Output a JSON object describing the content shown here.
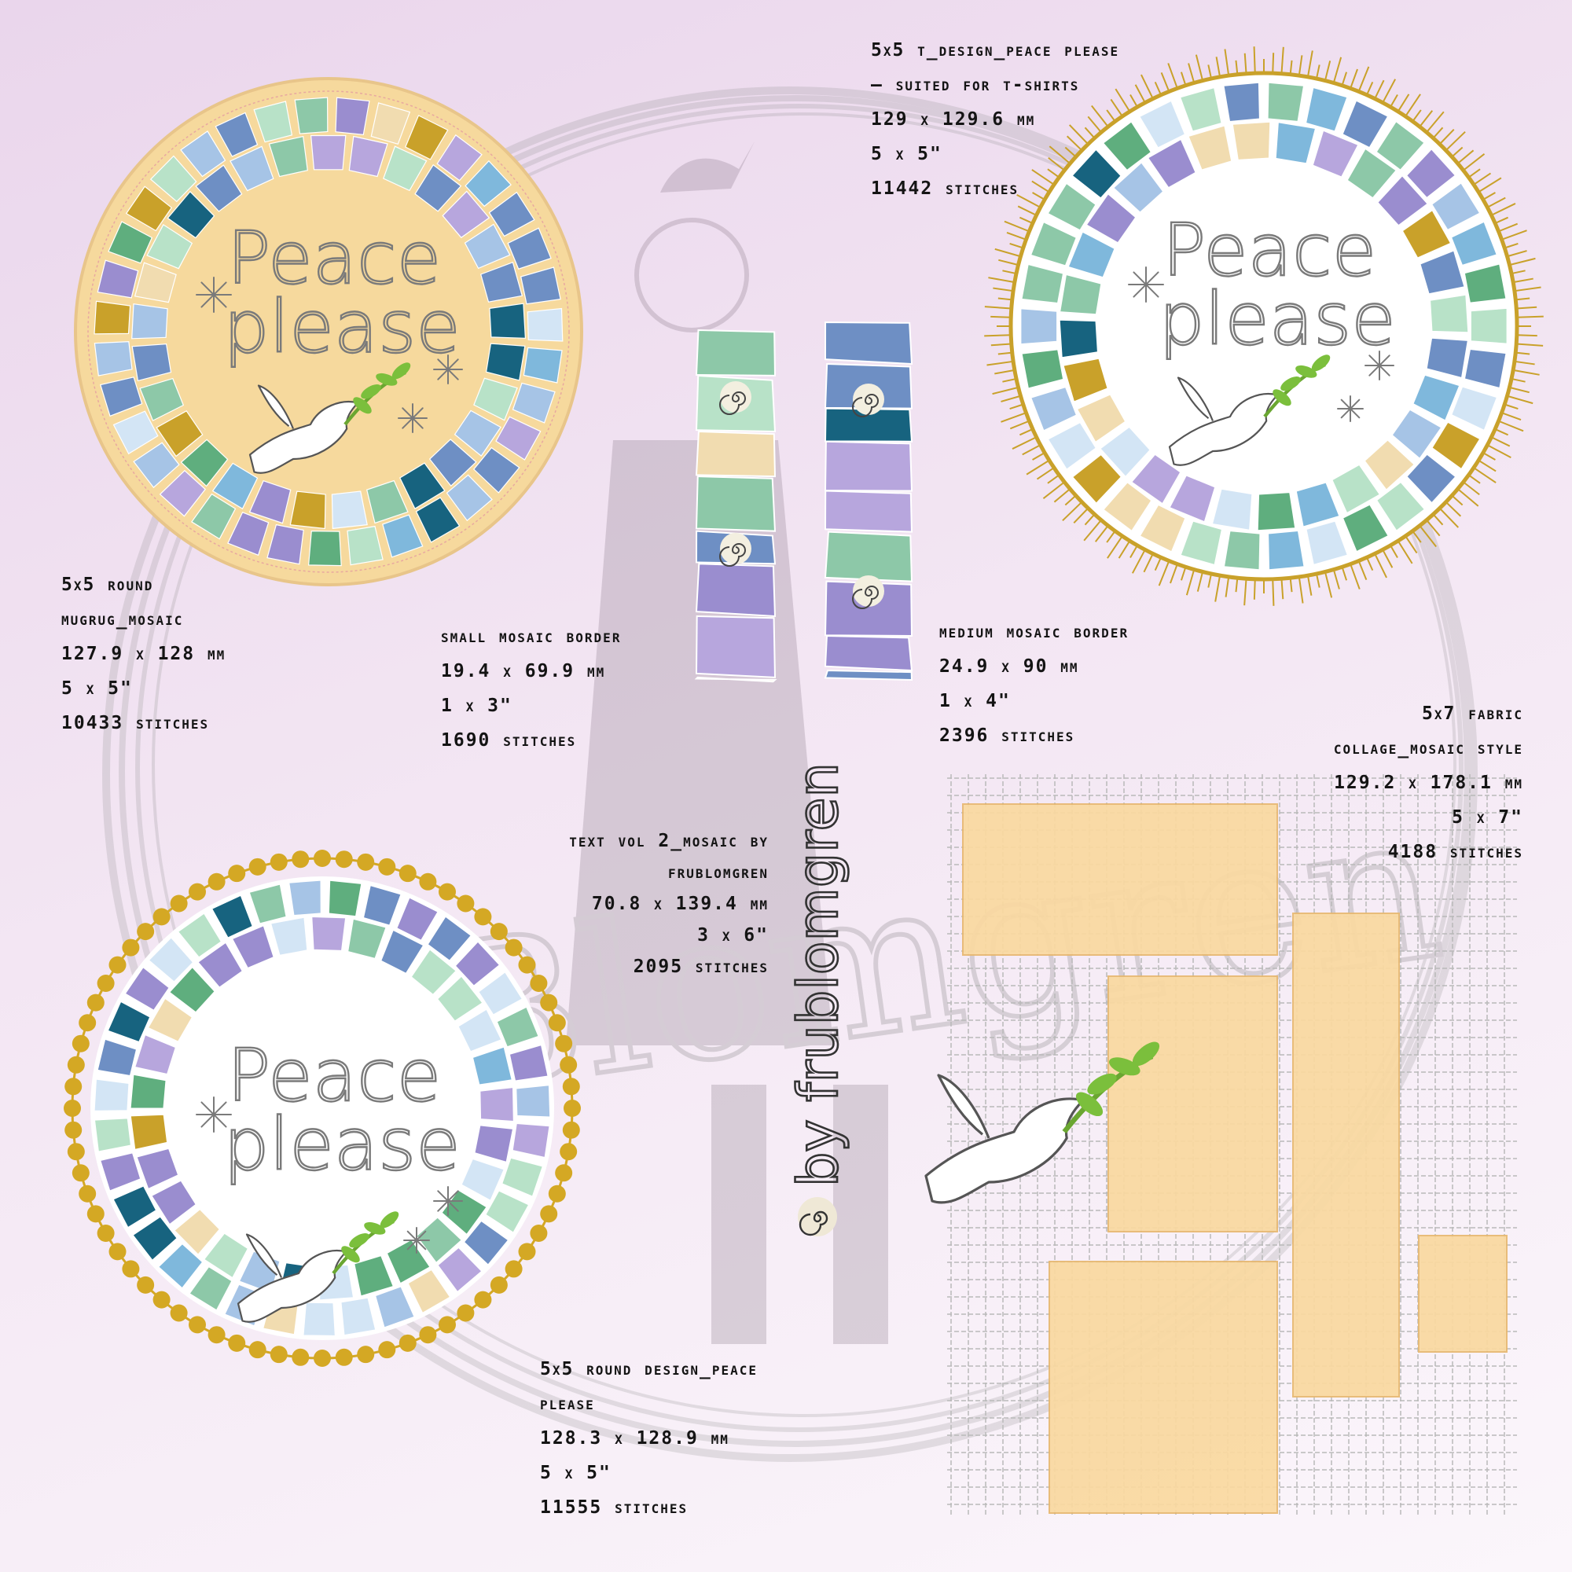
{
  "watermark": {
    "brand": "fruBlomgren"
  },
  "designs": [
    {
      "id": "round-mugrug",
      "lines": [
        "5x5 round",
        "mugrug_mosaic",
        "127.9 x 128 mm",
        "5 x 5\"",
        "10433 stitches"
      ],
      "motif_text": [
        "Peace",
        "please"
      ],
      "colors": {
        "base": "#f6d99d",
        "rim": "#e8c58a"
      }
    },
    {
      "id": "tshirt-design",
      "lines": [
        "5x5 t_design_peace please",
        "— suited for t-shirts",
        "129 x 129.6 mm",
        "5 x 5\"",
        "11442 stitches"
      ],
      "motif_text": [
        "Peace",
        "please"
      ],
      "colors": {
        "fringe": "#c9a12a"
      }
    },
    {
      "id": "small-border",
      "lines": [
        "small mosaic border",
        "19.4 x 69.9 mm",
        "1 x 3\"",
        "1690 stitches"
      ]
    },
    {
      "id": "medium-border",
      "lines": [
        "medium mosaic border",
        "24.9 x 90 mm",
        "1 x 4\"",
        "2396 stitches"
      ]
    },
    {
      "id": "text-vol2",
      "lines": [
        "text vol 2_mosaic by",
        "frublomgren",
        "70.8 x 139.4 mm",
        "3 x 6\"",
        "2095 stitches"
      ],
      "motif_text": "by frublomgren"
    },
    {
      "id": "round-design",
      "lines": [
        "5x5 round design_peace",
        "please",
        "128.3 x 128.9 mm",
        "5 x 5\"",
        "11555 stitches"
      ],
      "motif_text": [
        "Peace",
        "please"
      ],
      "colors": {
        "beads": "#d4a824"
      }
    },
    {
      "id": "fabric-collage",
      "lines": [
        "5x7 fabric",
        "collage_mosaic style",
        "129.2 x 178.1 mm",
        "5 x 7\"",
        "4188 stitches"
      ],
      "colors": {
        "patch": "#fad9a0",
        "stitch": "#b9b9b9"
      }
    }
  ],
  "palette": {
    "tiles": [
      "#8dc8a8",
      "#b8e2c8",
      "#a6c4e6",
      "#7fb8dc",
      "#9a8dcf",
      "#6e8fc4",
      "#17637f",
      "#c9a12a",
      "#f1dcb0",
      "#5fae7e",
      "#d3e5f5",
      "#b7a6dd"
    ],
    "leaf": "#7bbf3c",
    "outline": "#6f6f6f"
  }
}
